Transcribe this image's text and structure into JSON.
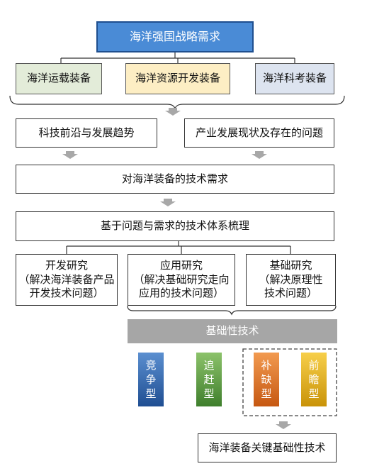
{
  "top": {
    "title": "海洋强国战略需求"
  },
  "equipment": [
    {
      "label": "海洋运载装备",
      "color": "#e3ecd9"
    },
    {
      "label": "海洋资源开发装备",
      "color": "#fdeec4"
    },
    {
      "label": "海洋科考装备",
      "color": "#dde4f0"
    }
  ],
  "trend": {
    "left": "科技前沿与发展趋势",
    "right": "产业发展现状及存在的问题"
  },
  "tech_need": "对海洋装备的技术需求",
  "system": "基于问题与需求的技术体系梳理",
  "research": [
    {
      "title": "开发研究",
      "line1": "（解决海洋装备产品",
      "line2": "开发技术问题）"
    },
    {
      "title": "应用研究",
      "line1": "（解决基础研究走向",
      "line2": "应用的技术问题）"
    },
    {
      "title": "基础研究",
      "line1": "（解决原理性",
      "line2": "技术问题）"
    }
  ],
  "basic_tech": "基础性技术",
  "types": [
    {
      "chars": [
        "竞",
        "争",
        "型"
      ],
      "color_top": "#5b8fd0",
      "color_bottom": "#1f4e92"
    },
    {
      "chars": [
        "追",
        "赶",
        "型"
      ],
      "color_top": "#8cc26a",
      "color_bottom": "#3f7f2d"
    },
    {
      "chars": [
        "补",
        "缺",
        "型"
      ],
      "color_top": "#f29a50",
      "color_bottom": "#c65812"
    },
    {
      "chars": [
        "前",
        "瞻",
        "型"
      ],
      "color_top": "#f7cf4a",
      "color_bottom": "#c99308"
    }
  ],
  "final": "海洋装备关键基础性技术",
  "colors": {
    "top_box": "#4a8bd6",
    "top_border": "#1f4f8f",
    "basic_bar": "#a6a6a6",
    "arrow": "#a8a8a8"
  }
}
